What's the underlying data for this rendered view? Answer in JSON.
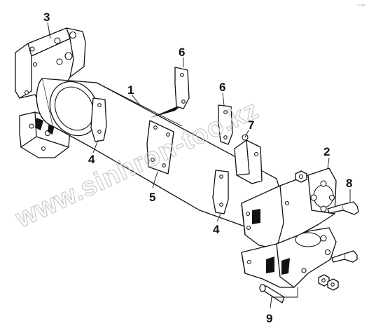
{
  "callouts": {
    "c1": "1",
    "c2": "2",
    "c3": "3",
    "c4a": "4",
    "c4b": "4",
    "c5": "5",
    "c6a": "6",
    "c6b": "6",
    "c7": "7",
    "c8": "8",
    "c9": "9"
  },
  "watermark": "www.sinhron-too.kz",
  "corner_mark": "ⁿᵒ ˢᵃˡᵉ"
}
